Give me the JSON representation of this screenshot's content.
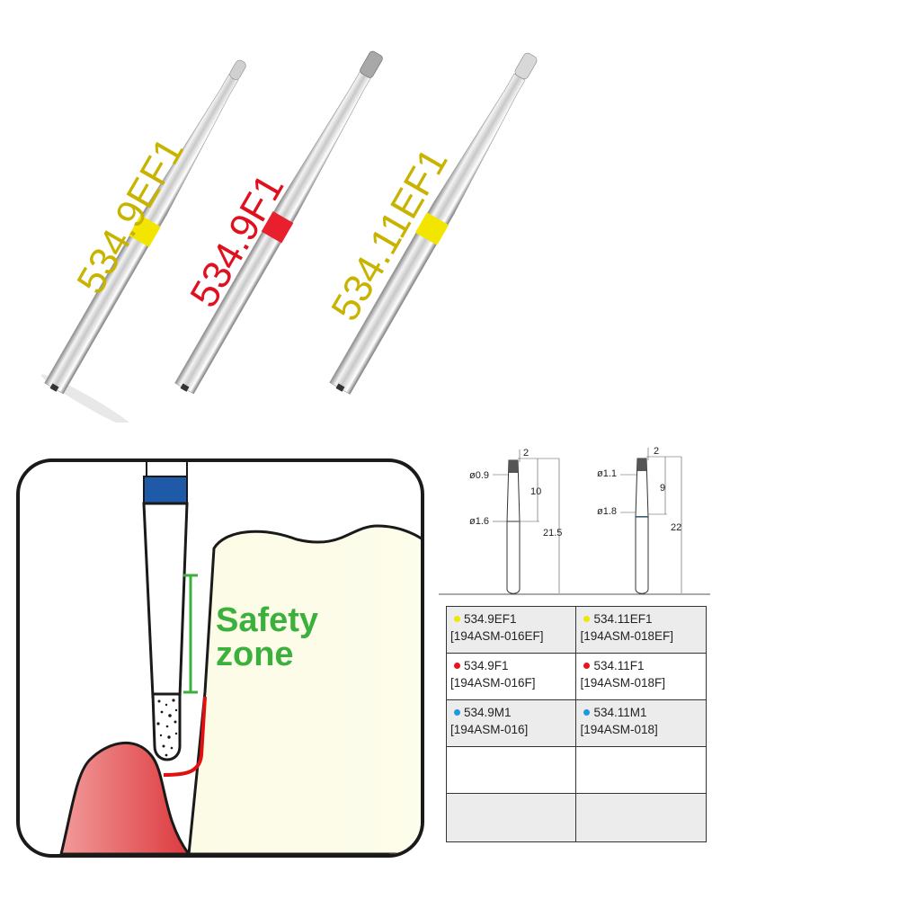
{
  "burs": [
    {
      "label": "534.9EF1",
      "band_color": "#f2e600",
      "label_color": "#c8b400"
    },
    {
      "label": "534.9F1",
      "band_color": "#e8202e",
      "label_color": "#e0101e"
    },
    {
      "label": "534.11EF1",
      "band_color": "#f2e600",
      "label_color": "#c8b400"
    }
  ],
  "illustration": {
    "zone_line1": "Safety",
    "zone_line2": "zone",
    "zone_color": "#3cb03c",
    "gum_color": "#e4585c",
    "tooth_color": "#fdfde6",
    "band_color": "#1e5aa8",
    "margin_color": "#e01010"
  },
  "diagram": {
    "left": {
      "tip": "2",
      "d_tip": "ø0.9",
      "len": "10",
      "d_shank": "ø1.6",
      "total": "21.5"
    },
    "right": {
      "tip": "2",
      "d_tip": "ø1.1",
      "len": "9",
      "d_shank": "ø1.8",
      "total": "22"
    },
    "band_color": "#1a8fd8"
  },
  "colors": {
    "yellow": "#f0e600",
    "red": "#e8141e",
    "blue": "#1a9be0"
  },
  "table": [
    [
      {
        "dot": "yellow",
        "name": "534.9EF1",
        "code": "[194ASM-016EF]"
      },
      {
        "dot": "yellow",
        "name": "534.11EF1",
        "code": "[194ASM-018EF]"
      }
    ],
    [
      {
        "dot": "red",
        "name": "534.9F1",
        "code": "[194ASM-016F]"
      },
      {
        "dot": "red",
        "name": "534.11F1",
        "code": "[194ASM-018F]"
      }
    ],
    [
      {
        "dot": "blue",
        "name": "534.9M1",
        "code": "[194ASM-016]"
      },
      {
        "dot": "blue",
        "name": "534.11M1",
        "code": "[194ASM-018]"
      }
    ]
  ]
}
